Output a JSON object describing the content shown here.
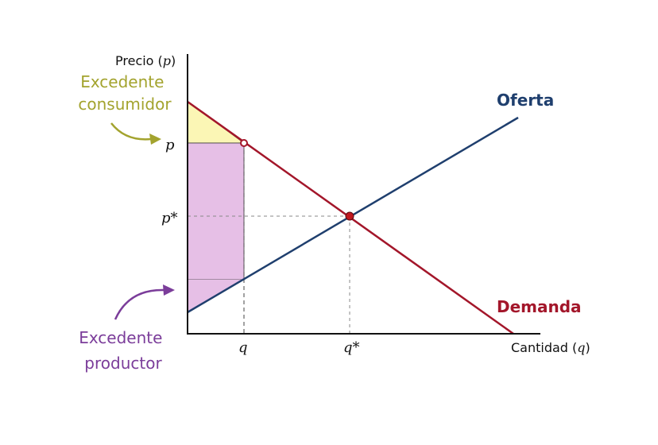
{
  "axes": {
    "y_label_prefix": "Precio (",
    "y_label_var": "p",
    "y_label_suffix": ")",
    "x_label_prefix": "Cantidad (",
    "x_label_var": "q",
    "x_label_suffix": ")"
  },
  "ticks": {
    "p": "p",
    "p_star": "p*",
    "q": "q",
    "q_star": "q*"
  },
  "curves": {
    "supply_label": "Oferta",
    "demand_label": "Demanda"
  },
  "annotations": {
    "consumer_line1": "Excedente",
    "consumer_line2": "consumidor",
    "producer_line1": "Excedente",
    "producer_line2": "productor"
  },
  "colors": {
    "supply": "#1f3f6e",
    "demand": "#a3162a",
    "consumer_surplus_fill": "#fbf6b5",
    "producer_surplus_fill": "#e6bfe6",
    "consumer_annotation": "#a3a32e",
    "producer_annotation": "#7b3d9a"
  }
}
